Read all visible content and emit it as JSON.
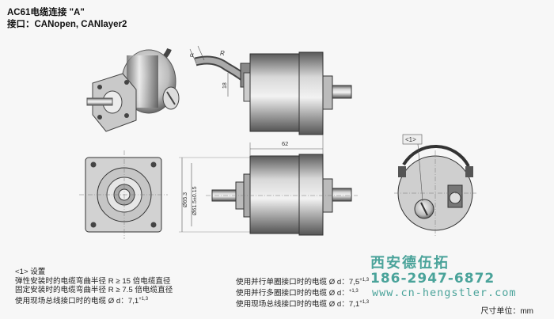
{
  "header": {
    "title": "AC61电缆连接 \"A\"",
    "interface": "接口：CANopen, CANlayer2"
  },
  "dimensions": {
    "cable_angle": "α",
    "cable_radius": "R",
    "cable_offset": "18",
    "length": "62",
    "diameter_1": "Ø65.3",
    "diameter_2": "Ø61.5±0.15",
    "callout": "<1>"
  },
  "notes": {
    "heading": "<1> 设置",
    "line1": "弹性安装时的电缆弯曲半径 R ≥ 15 倍电缆直径",
    "line2": "固定安装时的电缆弯曲半径 R ≥ 7.5 倍电缆直径",
    "line3_prefix": "使用现场总线接口时的电缆 Ø d：7,1",
    "line3_sup": "+1,3",
    "right1": "使用并行单圈接口时的电缆 Ø d：7,5",
    "right1_sup": "+1,3",
    "right2": "使用并行多圈接口时的电缆 Ø d：",
    "right2_sup": "+1,3",
    "right3": "使用现场总线接口时的电缆 Ø d：7,1",
    "right3_sup": "+1,3"
  },
  "unit": "尺寸单位：mm",
  "watermark": {
    "name": "西安德伍拓",
    "phone": "186-2947-6872",
    "url": "www.cn-hengstler.com"
  },
  "colors": {
    "metal": "#9a9a9a",
    "dark": "#3a3a3a",
    "watermark": "#4aa39a"
  }
}
